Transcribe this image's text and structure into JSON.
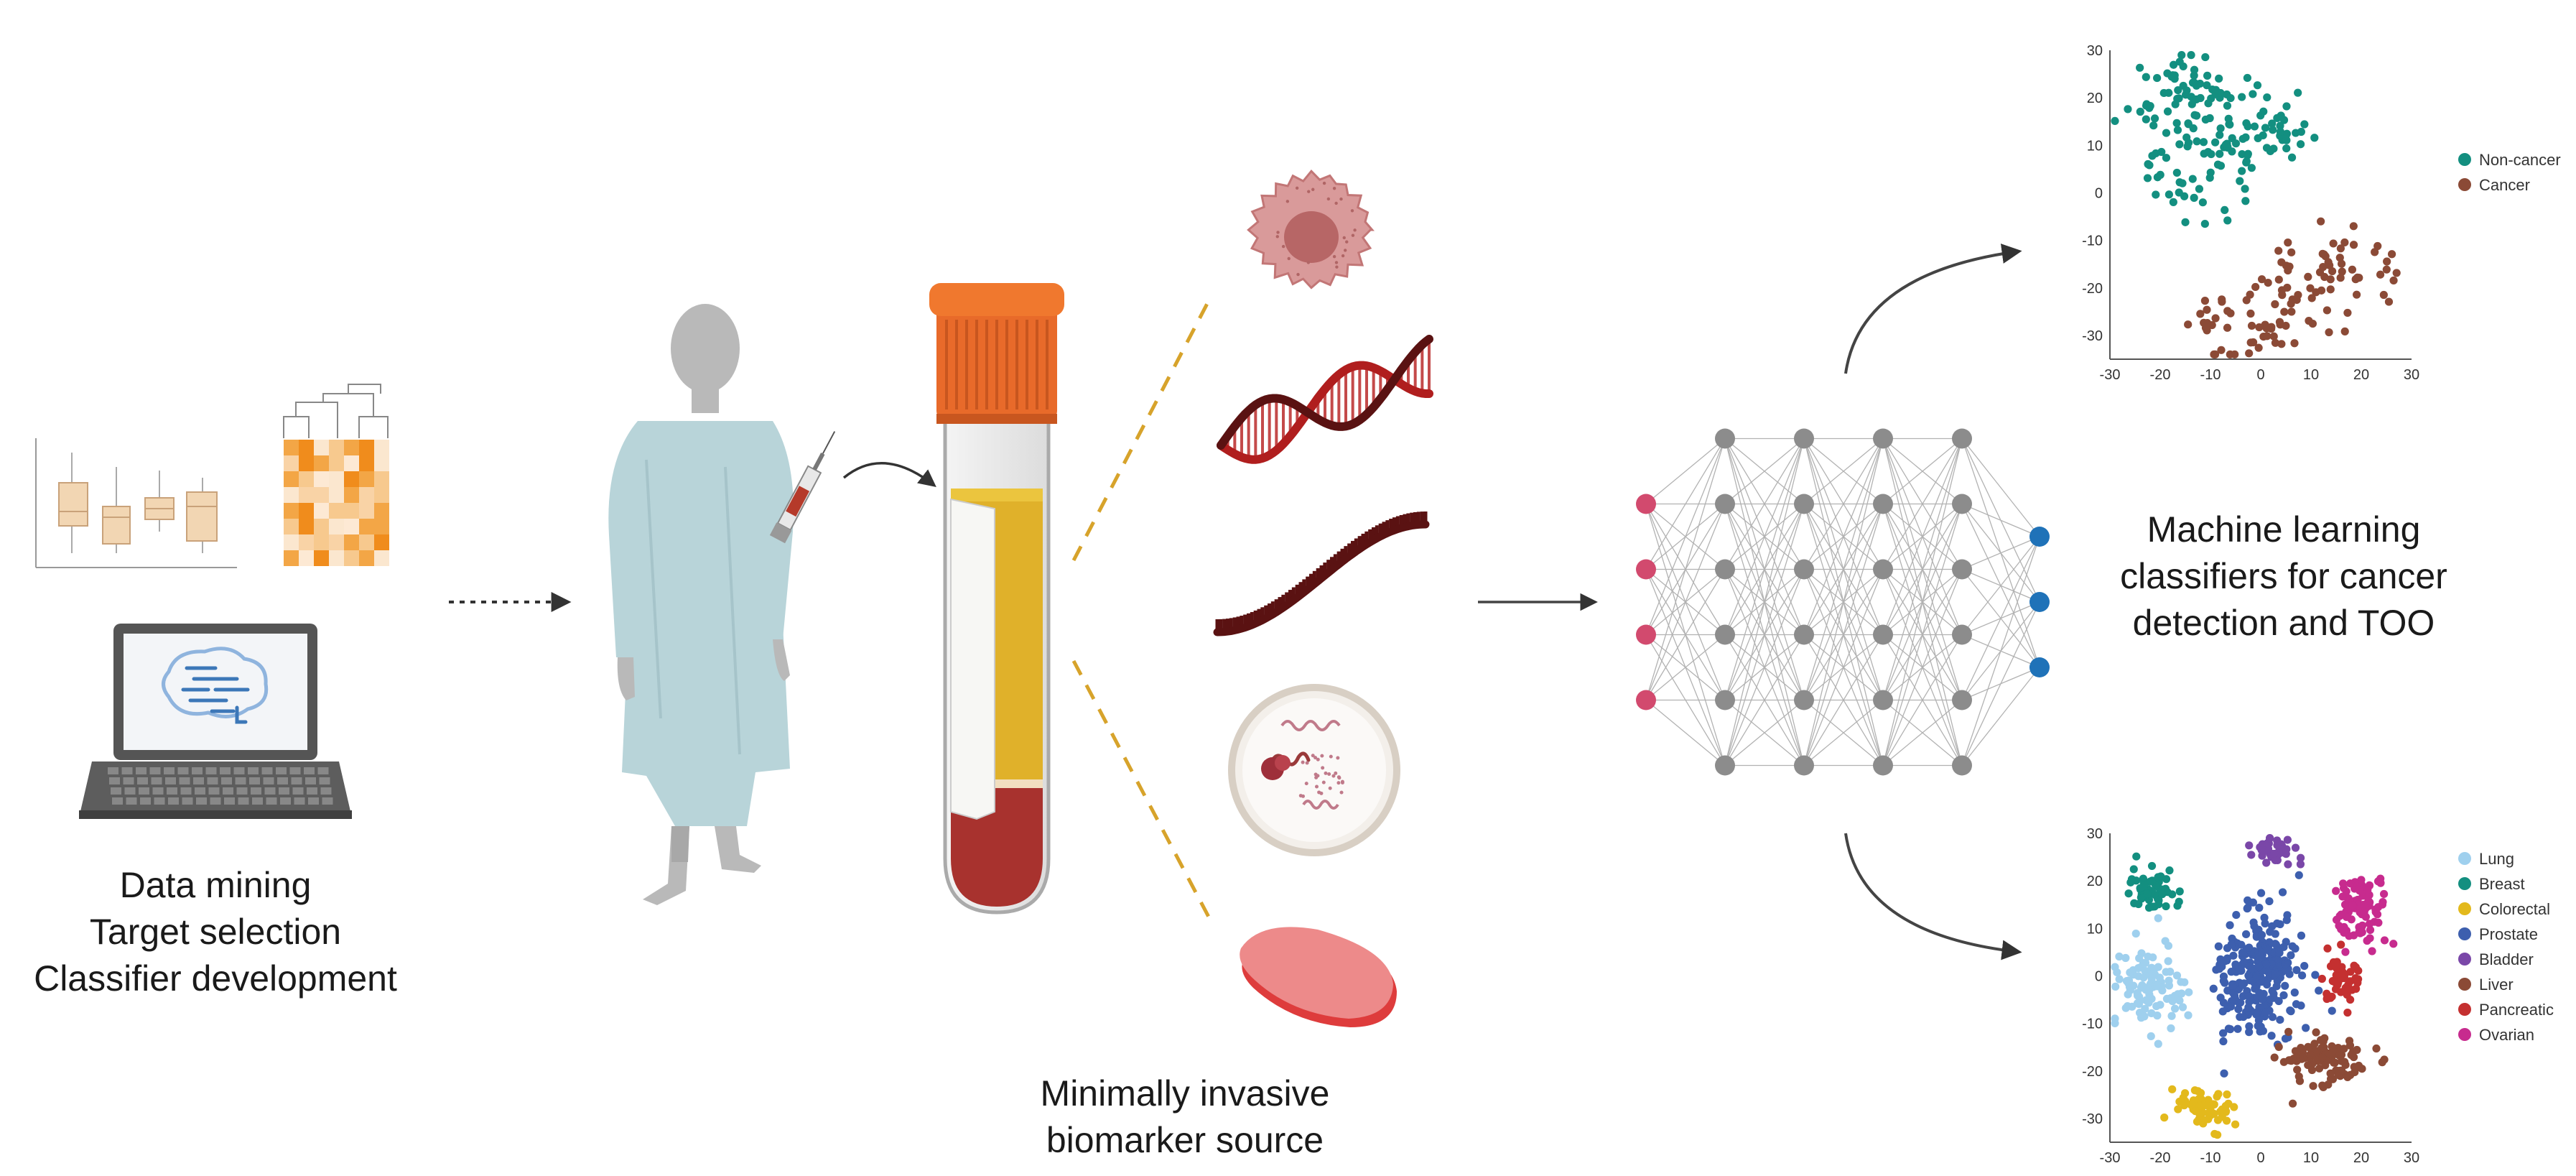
{
  "left_caption": {
    "line1": "Data mining",
    "line2": "Target selection",
    "line3": "Classifier development"
  },
  "middle_caption": {
    "line1": "Minimally invasive",
    "line2": "biomarker source"
  },
  "right_caption": {
    "line1": "Machine learning",
    "line2": "classifiers for cancer",
    "line3": "detection and TOO"
  },
  "biomarker_icons": [
    "tumor-cell-icon",
    "dna-helix-icon",
    "rna-strand-icon",
    "extracellular-vesicle-icon",
    "tissue-fragment-icon"
  ],
  "neural_network": {
    "layer_sizes": [
      4,
      6,
      6,
      6,
      6,
      3
    ],
    "input_color": "#d24a6e",
    "hidden_color": "#8c8c8c",
    "output_color": "#1f72b8"
  },
  "chart_data": [
    {
      "type": "scatter",
      "xlim": [
        -30,
        30
      ],
      "ylim": [
        -35,
        30
      ],
      "xticks": [
        -30,
        -20,
        -10,
        0,
        10,
        20,
        30
      ],
      "yticks": [
        30,
        20,
        10,
        0,
        -10,
        -20,
        -30
      ],
      "legend_position": "right",
      "series": [
        {
          "name": "Non-cancer",
          "color": "#138f80",
          "n": 170,
          "points": [
            [
              -19,
              24
            ],
            [
              -15,
              20
            ],
            [
              -10,
              16
            ],
            [
              -5,
              12
            ],
            [
              0,
              12
            ],
            [
              5,
              12
            ],
            [
              -20,
              5
            ],
            [
              -15,
              0
            ],
            [
              -10,
              2
            ],
            [
              -12,
              10
            ],
            [
              -8,
              22
            ],
            [
              -3,
              18
            ],
            [
              2,
              16
            ],
            [
              -18,
              12
            ],
            [
              -6,
              5
            ],
            [
              -22,
              18
            ],
            [
              -14,
              26
            ],
            [
              -2,
              8
            ]
          ]
        },
        {
          "name": "Cancer",
          "color": "#8b4a36",
          "n": 110,
          "points": [
            [
              -10,
              -27
            ],
            [
              -5,
              -32
            ],
            [
              0,
              -30
            ],
            [
              5,
              -25
            ],
            [
              10,
              -20
            ],
            [
              15,
              -15
            ],
            [
              20,
              -13
            ],
            [
              12,
              -28
            ],
            [
              18,
              -22
            ],
            [
              3,
              -20
            ],
            [
              8,
              -15
            ],
            [
              -3,
              -25
            ],
            [
              14,
              -12
            ],
            [
              22,
              -18
            ]
          ]
        }
      ]
    },
    {
      "type": "scatter",
      "xlim": [
        -30,
        30
      ],
      "ylim": [
        -35,
        30
      ],
      "xticks": [
        -30,
        -20,
        -10,
        0,
        10,
        20,
        30
      ],
      "yticks": [
        30,
        20,
        10,
        0,
        -10,
        -20,
        -30
      ],
      "legend_position": "right",
      "series": [
        {
          "name": "Lung",
          "color": "#9fd0ee",
          "n": 110,
          "center": [
            -22,
            -3
          ],
          "spread": [
            6,
            8
          ]
        },
        {
          "name": "Breast",
          "color": "#138f80",
          "n": 55,
          "center": [
            -21,
            18
          ],
          "spread": [
            5,
            4
          ]
        },
        {
          "name": "Colorectal",
          "color": "#e3b91c",
          "n": 60,
          "center": [
            -11,
            -28
          ],
          "spread": [
            5,
            4
          ]
        },
        {
          "name": "Prostate",
          "color": "#3d5fae",
          "n": 260,
          "center": [
            -1,
            0
          ],
          "spread": [
            8,
            13
          ]
        },
        {
          "name": "Bladder",
          "color": "#7a47a8",
          "n": 35,
          "center": [
            2,
            26
          ],
          "spread": [
            4,
            3
          ]
        },
        {
          "name": "Liver",
          "color": "#8b4a36",
          "n": 100,
          "center": [
            14,
            -18
          ],
          "spread": [
            9,
            5
          ]
        },
        {
          "name": "Pancreatic",
          "color": "#c43030",
          "n": 45,
          "center": [
            16,
            0
          ],
          "spread": [
            3,
            6
          ]
        },
        {
          "name": "Ovarian",
          "color": "#c72b8e",
          "n": 90,
          "center": [
            20,
            14
          ],
          "spread": [
            5,
            7
          ]
        }
      ]
    }
  ]
}
